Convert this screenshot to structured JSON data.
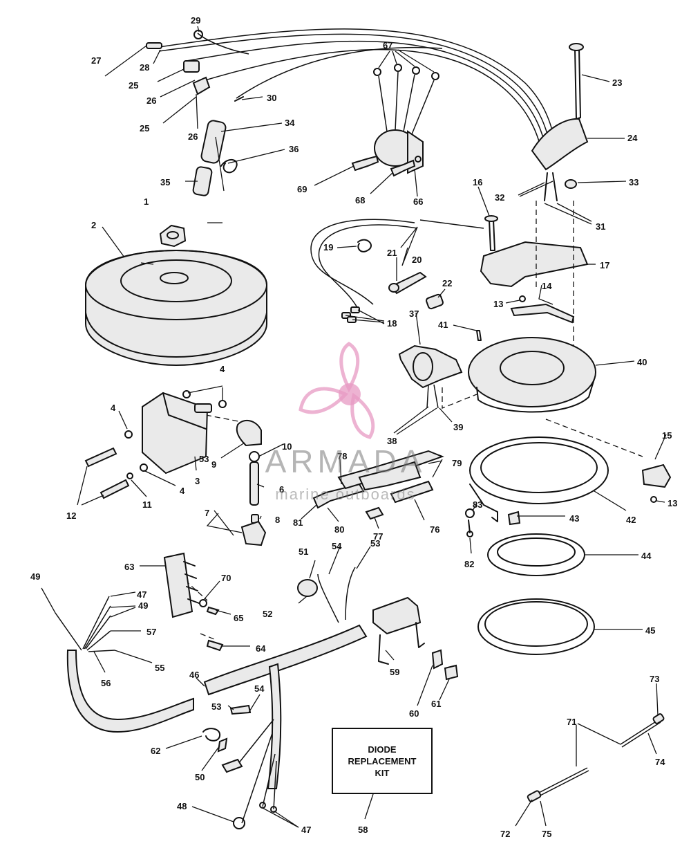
{
  "callouts": [
    {
      "id": "1",
      "text": "1"
    },
    {
      "id": "2",
      "text": "2"
    },
    {
      "id": "3",
      "text": "3"
    },
    {
      "id": "4a",
      "text": "4"
    },
    {
      "id": "4b",
      "text": "4"
    },
    {
      "id": "4c",
      "text": "4"
    },
    {
      "id": "6",
      "text": "6"
    },
    {
      "id": "7",
      "text": "7"
    },
    {
      "id": "8",
      "text": "8"
    },
    {
      "id": "9",
      "text": "9"
    },
    {
      "id": "10",
      "text": "10"
    },
    {
      "id": "11",
      "text": "11"
    },
    {
      "id": "12",
      "text": "12"
    },
    {
      "id": "13a",
      "text": "13"
    },
    {
      "id": "13b",
      "text": "13"
    },
    {
      "id": "14",
      "text": "14"
    },
    {
      "id": "15",
      "text": "15"
    },
    {
      "id": "16",
      "text": "16"
    },
    {
      "id": "17",
      "text": "17"
    },
    {
      "id": "18",
      "text": "18"
    },
    {
      "id": "19",
      "text": "19"
    },
    {
      "id": "20",
      "text": "20"
    },
    {
      "id": "21",
      "text": "21"
    },
    {
      "id": "22",
      "text": "22"
    },
    {
      "id": "23",
      "text": "23"
    },
    {
      "id": "24",
      "text": "24"
    },
    {
      "id": "25a",
      "text": "25"
    },
    {
      "id": "25b",
      "text": "25"
    },
    {
      "id": "26a",
      "text": "26"
    },
    {
      "id": "26b",
      "text": "26"
    },
    {
      "id": "27",
      "text": "27"
    },
    {
      "id": "28",
      "text": "28"
    },
    {
      "id": "29",
      "text": "29"
    },
    {
      "id": "30",
      "text": "30"
    },
    {
      "id": "31",
      "text": "31"
    },
    {
      "id": "32",
      "text": "32"
    },
    {
      "id": "33",
      "text": "33"
    },
    {
      "id": "34",
      "text": "34"
    },
    {
      "id": "35",
      "text": "35"
    },
    {
      "id": "36",
      "text": "36"
    },
    {
      "id": "37",
      "text": "37"
    },
    {
      "id": "38",
      "text": "38"
    },
    {
      "id": "39",
      "text": "39"
    },
    {
      "id": "40",
      "text": "40"
    },
    {
      "id": "41",
      "text": "41"
    },
    {
      "id": "42",
      "text": "42"
    },
    {
      "id": "43",
      "text": "43"
    },
    {
      "id": "44",
      "text": "44"
    },
    {
      "id": "45",
      "text": "45"
    },
    {
      "id": "46",
      "text": "46"
    },
    {
      "id": "47a",
      "text": "47"
    },
    {
      "id": "47b",
      "text": "47"
    },
    {
      "id": "48",
      "text": "48"
    },
    {
      "id": "49a",
      "text": "49"
    },
    {
      "id": "49b",
      "text": "49"
    },
    {
      "id": "50",
      "text": "50"
    },
    {
      "id": "51",
      "text": "51"
    },
    {
      "id": "52",
      "text": "52"
    },
    {
      "id": "53a",
      "text": "53"
    },
    {
      "id": "53b",
      "text": "53"
    },
    {
      "id": "53c",
      "text": "53"
    },
    {
      "id": "54a",
      "text": "54"
    },
    {
      "id": "54b",
      "text": "54"
    },
    {
      "id": "55",
      "text": "55"
    },
    {
      "id": "56",
      "text": "56"
    },
    {
      "id": "57",
      "text": "57"
    },
    {
      "id": "58",
      "text": "58"
    },
    {
      "id": "59",
      "text": "59"
    },
    {
      "id": "60",
      "text": "60"
    },
    {
      "id": "61",
      "text": "61"
    },
    {
      "id": "62",
      "text": "62"
    },
    {
      "id": "63",
      "text": "63"
    },
    {
      "id": "64",
      "text": "64"
    },
    {
      "id": "65",
      "text": "65"
    },
    {
      "id": "66",
      "text": "66"
    },
    {
      "id": "67",
      "text": "67"
    },
    {
      "id": "68",
      "text": "68"
    },
    {
      "id": "69",
      "text": "69"
    },
    {
      "id": "70",
      "text": "70"
    },
    {
      "id": "71",
      "text": "71"
    },
    {
      "id": "72",
      "text": "72"
    },
    {
      "id": "73",
      "text": "73"
    },
    {
      "id": "74",
      "text": "74"
    },
    {
      "id": "75",
      "text": "75"
    },
    {
      "id": "76",
      "text": "76"
    },
    {
      "id": "77",
      "text": "77"
    },
    {
      "id": "78",
      "text": "78"
    },
    {
      "id": "79",
      "text": "79"
    },
    {
      "id": "80",
      "text": "80"
    },
    {
      "id": "81",
      "text": "81"
    },
    {
      "id": "82",
      "text": "82"
    },
    {
      "id": "83",
      "text": "83"
    }
  ],
  "kit_box": {
    "label": "DIODE\nREPLACEMENT\nKIT"
  },
  "watermark": {
    "brand": "ARMADA",
    "subtitle": "marine outboards",
    "color": "#e79ac3"
  }
}
